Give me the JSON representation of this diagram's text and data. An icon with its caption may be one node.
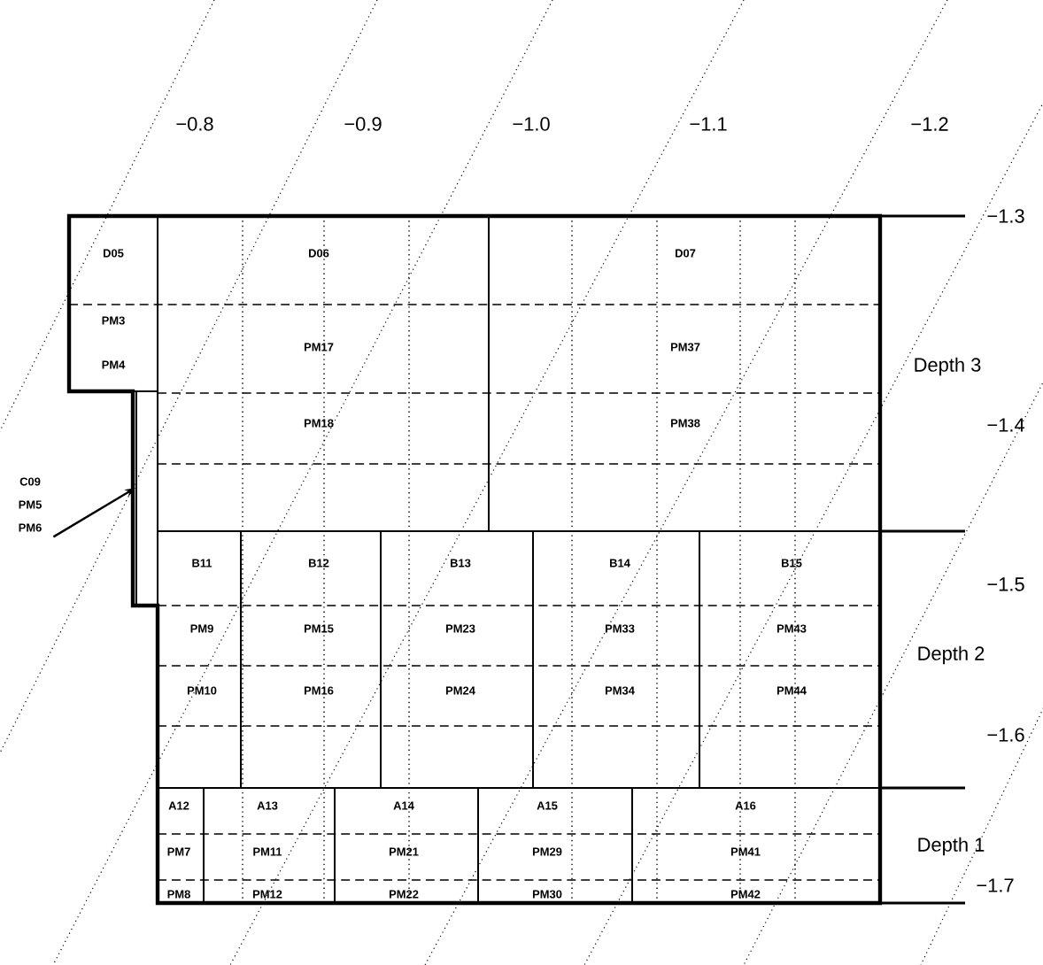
{
  "diagram": {
    "nodes": [
      {
        "text": [
          "D05",
          "PM3",
          "PM4"
        ]
      },
      {
        "text": [
          "D06",
          "PM17",
          "PM18"
        ]
      },
      {
        "text": [
          "D07",
          "PM37",
          "PM38"
        ]
      },
      {
        "text": [
          "C09",
          "PM5",
          "PM6"
        ]
      },
      {
        "text": [],
        "shape": "box"
      },
      {
        "text": [
          "B11",
          "PM9",
          "PM10"
        ]
      },
      {
        "text": [
          "B12",
          "PM15",
          "PM16"
        ]
      },
      {
        "text": [
          "B13",
          "PM23",
          "PM24"
        ]
      },
      {
        "text": [
          "B14",
          "PM33",
          "PM34"
        ]
      },
      {
        "text": [
          "B15",
          "PM43",
          "PM44"
        ]
      },
      {
        "text": [
          "A12",
          "PM7",
          "PM8"
        ]
      },
      {
        "text": [
          "A13",
          "PM11",
          "PM12"
        ]
      },
      {
        "text": [
          "A14",
          "PM21",
          "PM22"
        ]
      },
      {
        "text": [
          "A15",
          "PM29",
          "PM30"
        ]
      },
      {
        "text": [
          "A16",
          "PM41",
          "PM42"
        ]
      }
    ],
    "edges": [
      {
        "from": 3,
        "to": 4,
        "arrow": "to"
      }
    ],
    "labels": [
      "−0.8",
      "−0.9",
      "−1.0",
      "−1.1",
      "−1.2",
      "−1.3",
      "Depth 3",
      "−1.4",
      "−1.5",
      "Depth 2",
      "−1.6",
      "Depth 1",
      "−1.7"
    ]
  }
}
